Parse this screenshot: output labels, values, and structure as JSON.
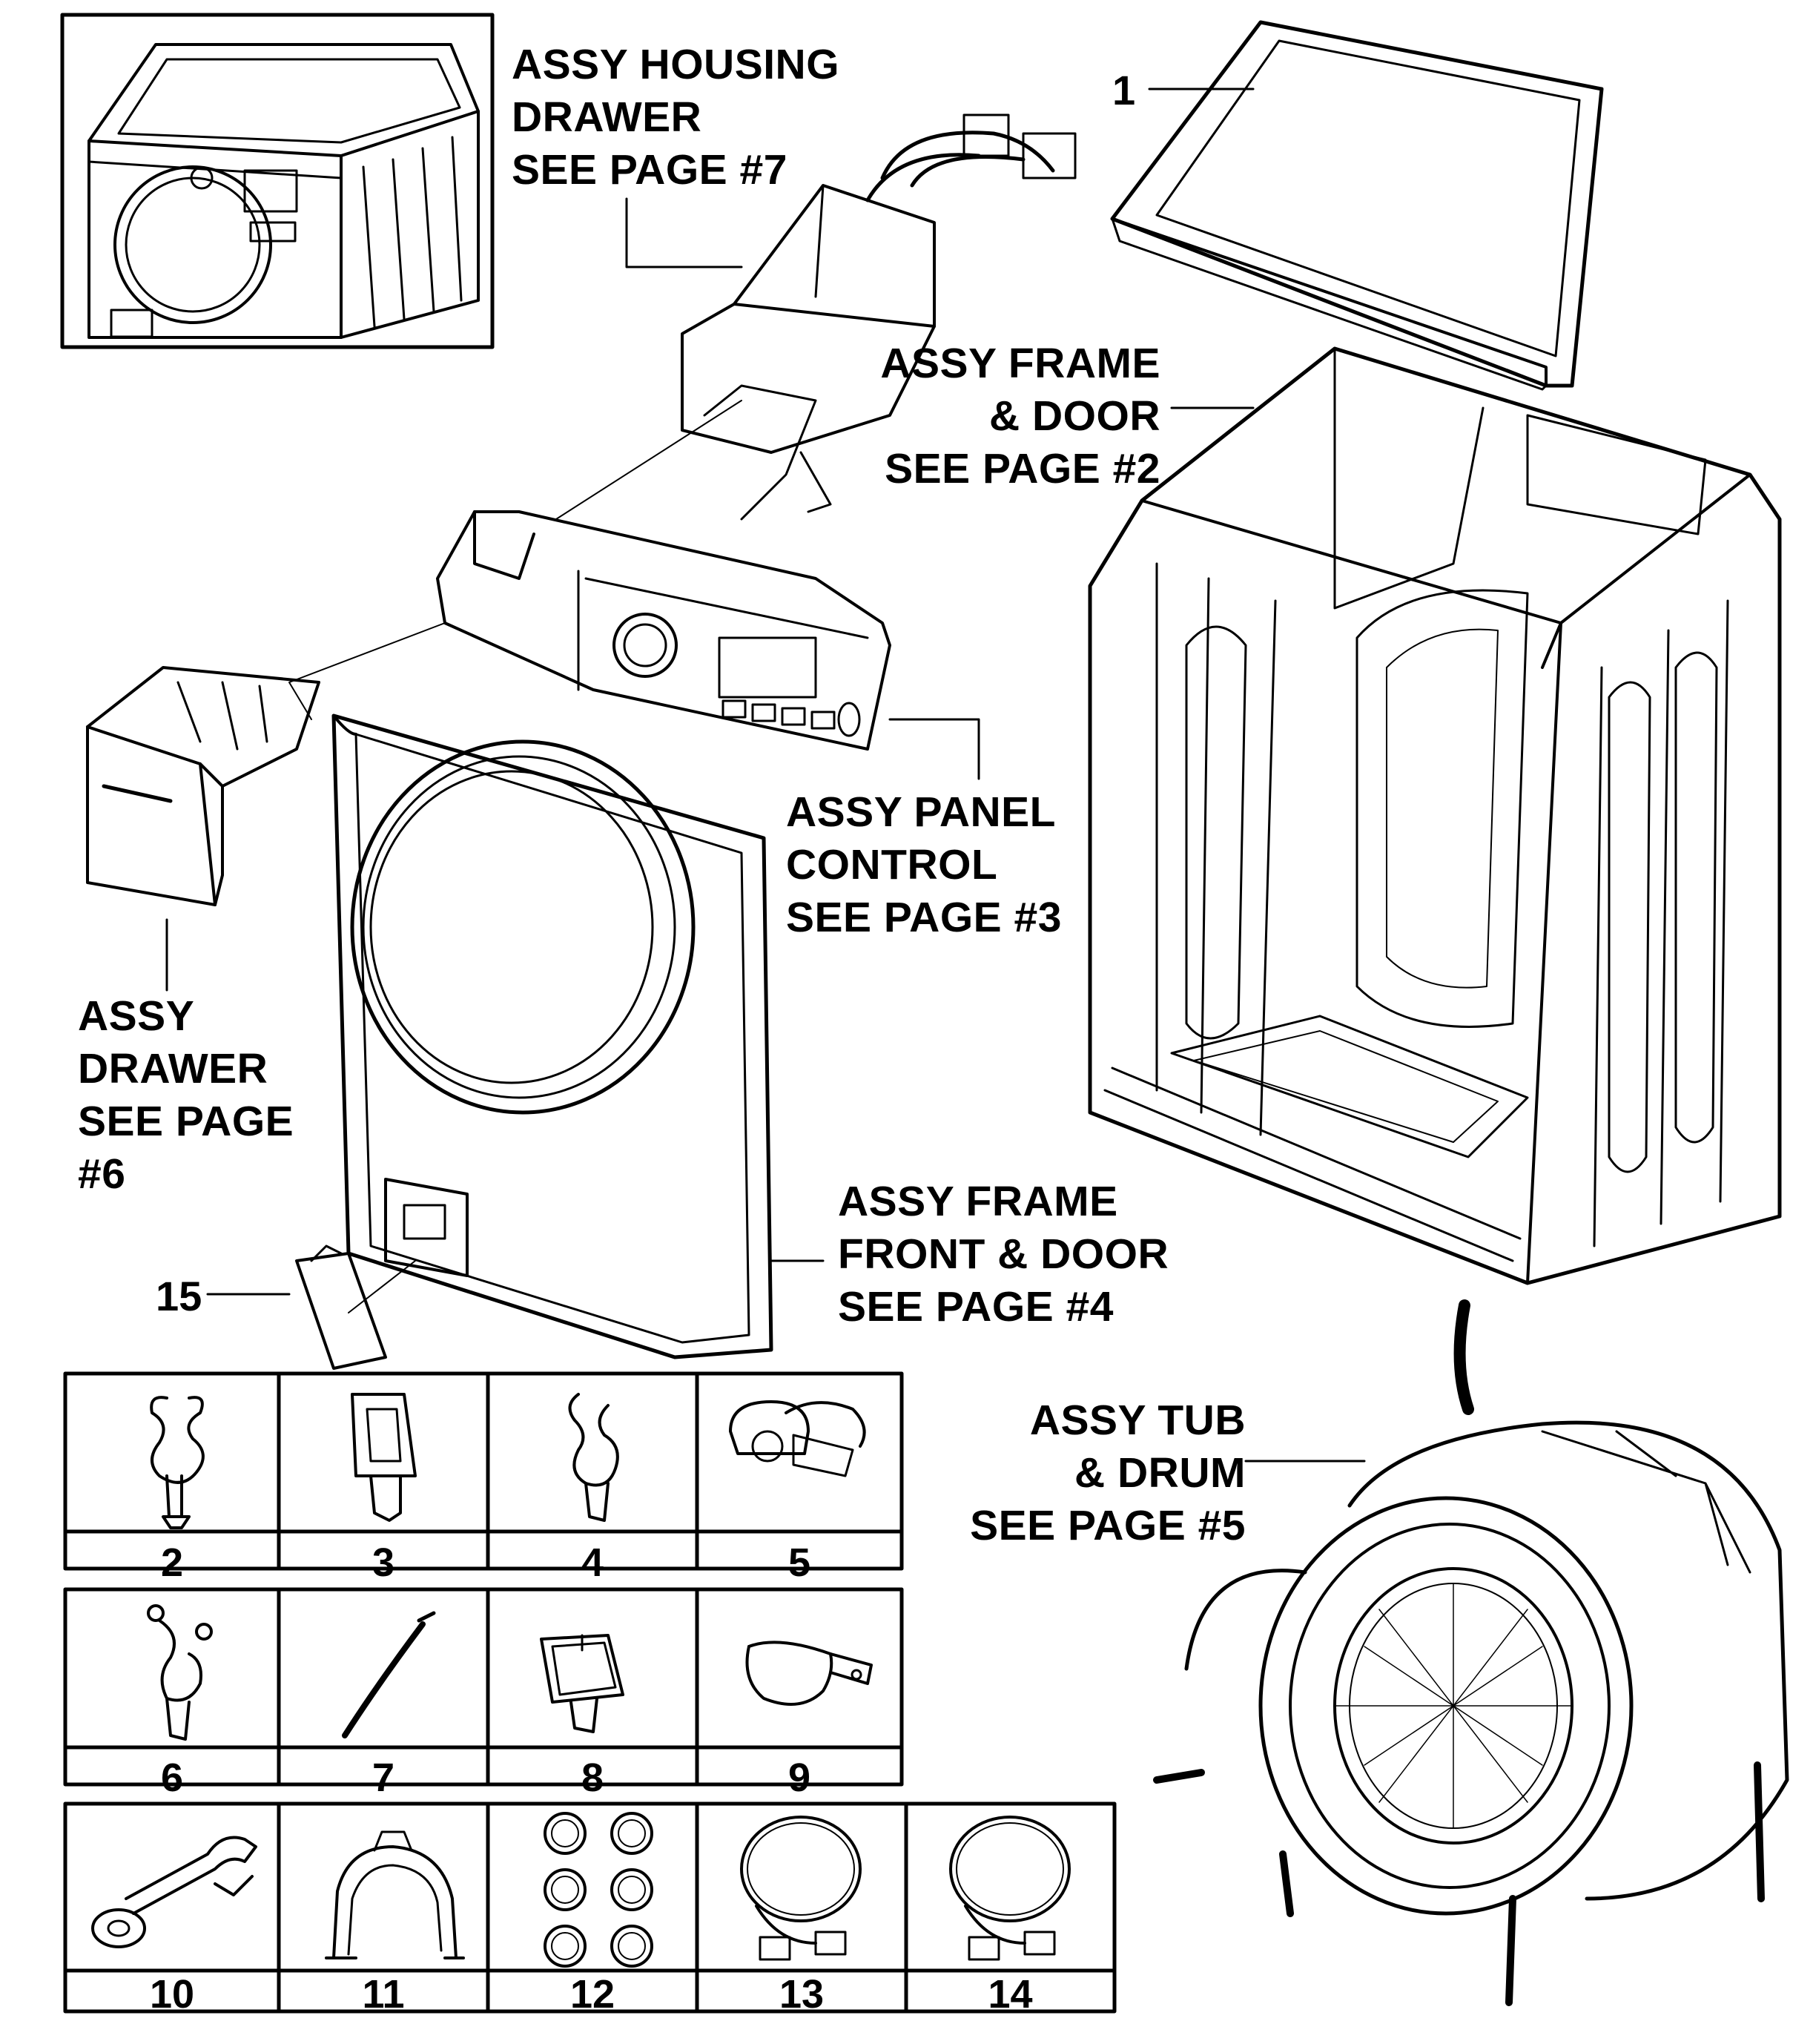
{
  "callouts": {
    "housing": [
      "ASSY HOUSING",
      "DRAWER",
      "SEE PAGE #7"
    ],
    "frame_door": [
      "ASSY FRAME",
      "& DOOR",
      "SEE PAGE #2"
    ],
    "panel": [
      "ASSY PANEL",
      "CONTROL",
      "SEE PAGE #3"
    ],
    "drawer": [
      "ASSY",
      "DRAWER",
      "SEE PAGE",
      "#6"
    ],
    "front": [
      "ASSY FRAME",
      "FRONT & DOOR",
      "SEE PAGE #4"
    ],
    "tub": [
      "ASSY TUB",
      "& DRUM",
      "SEE PAGE #5"
    ]
  },
  "part_numbers": {
    "top_cover": "1",
    "filter_cap": "15"
  },
  "parts_grid": {
    "row1": [
      "2",
      "3",
      "4",
      "5"
    ],
    "row2": [
      "6",
      "7",
      "8",
      "9"
    ],
    "row3": [
      "10",
      "11",
      "12",
      "13",
      "14"
    ]
  },
  "icons": [
    "washer-icon",
    "top-cover-icon",
    "cabinet-frame-icon",
    "housing-drawer-icon",
    "control-panel-icon",
    "drawer-icon",
    "front-frame-icon",
    "filter-cap-icon",
    "tub-drum-icon",
    "clip-icon",
    "holder-icon",
    "clamp-icon",
    "cable-tie-icon",
    "wrench-icon",
    "cap-icon",
    "hose-icon"
  ]
}
